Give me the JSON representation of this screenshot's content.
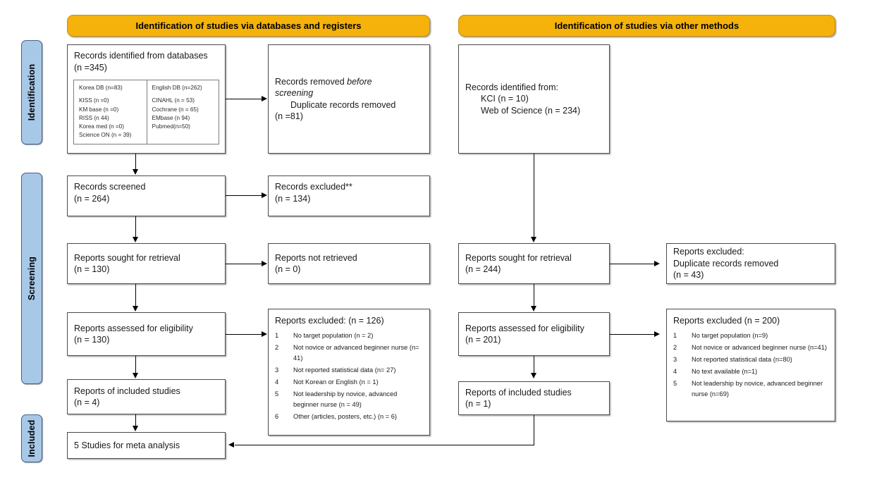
{
  "diagram": {
    "title": "PRISMA 2020 flow diagram",
    "accent_header": "#f5b20a",
    "accent_phase": "#a8c8e8"
  },
  "phases": [
    {
      "label": "Identification"
    },
    {
      "label": "Screening"
    },
    {
      "label": "Included"
    }
  ],
  "headers": {
    "databases": "Identification of studies via databases and registers",
    "other": "Identification of studies via other methods"
  },
  "left": {
    "identified": {
      "line1": "Records identified from databases",
      "line2": "(n =345)",
      "korea": {
        "header": "Korea DB (n=83)",
        "rows": [
          "KISS (n =0)",
          "KM base (n =0)",
          "RISS (n  44)",
          "Korea med (n =0)",
          "Science ON (n = 39)"
        ]
      },
      "english": {
        "header": "English DB (n=262)",
        "rows": [
          "CINAHL (n = 53)",
          "Cochrane (n = 65)",
          "EMbase (n  94)",
          "Pubmed(n=50)"
        ]
      }
    },
    "removed": {
      "line1": "Records removed ",
      "line1_italic": "before",
      "line2_italic": "screening",
      "line3": "Duplicate records removed",
      "line4": "(n =81)"
    },
    "screened": {
      "line1": "Records screened",
      "line2": "(n = 264)"
    },
    "excluded": {
      "line1": "Records excluded**",
      "line2": "(n = 134)"
    },
    "sought": {
      "line1": "Reports sought for retrieval",
      "line2": "(n = 130)"
    },
    "not_retrieved": {
      "line1": "Reports not retrieved",
      "line2": "(n = 0)"
    },
    "assessed": {
      "line1": "Reports assessed for eligibility",
      "line2": "(n = 130)"
    },
    "reports_excluded": {
      "header": "Reports excluded: (n = 126)",
      "items": [
        {
          "num": "1",
          "text": "No target population (n = 2)"
        },
        {
          "num": "2",
          "text": "Not novice or advanced beginner nurse (n= 41)"
        },
        {
          "num": "3",
          "text": "Not reported statistical data (n= 27)"
        },
        {
          "num": "4",
          "text": "Not Korean or English (n = 1)"
        },
        {
          "num": "5",
          "text": "Not leadership by novice, advanced beginner nurse (n = 49)"
        },
        {
          "num": "6",
          "text": "Other (articles, posters, etc.) (n = 6)"
        }
      ]
    },
    "included_reports": {
      "line1": "Reports of included studies",
      "line2": "(n = 4)"
    },
    "meta": {
      "line1": "5 Studies for meta analysis"
    }
  },
  "right": {
    "identified": {
      "line1": "Records identified from:",
      "line2": "KCI (n = 10)",
      "line3": "Web of Science (n = 234)"
    },
    "sought": {
      "line1": "Reports sought for retrieval",
      "line2": "(n = 244)"
    },
    "excluded_dup": {
      "line1": "Reports excluded:",
      "line2": "Duplicate records removed",
      "line3": "(n = 43)"
    },
    "assessed": {
      "line1": "Reports assessed for eligibility",
      "line2": "(n = 201)"
    },
    "reports_excluded": {
      "header": "Reports excluded  (n = 200)",
      "items": [
        {
          "num": "1",
          "text": "No target population (n=9)"
        },
        {
          "num": "2",
          "text": "Not novice or advanced beginner nurse (n=41)"
        },
        {
          "num": "3",
          "text": "Not reported statistical data (n=80)"
        },
        {
          "num": "4",
          "text": "No text available (n=1)"
        },
        {
          "num": "5",
          "text": "Not leadership by novice, advanced beginner nurse (n=69)"
        }
      ]
    },
    "included_reports": {
      "line1": "Reports of included studies",
      "line2": "(n = 1)"
    }
  }
}
